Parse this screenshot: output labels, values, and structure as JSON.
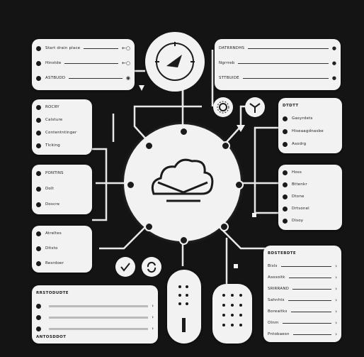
{
  "cards": {
    "top_left": {
      "rows": [
        "Start drain place",
        "Hinstde",
        "ASTBUDD"
      ]
    },
    "top_right": {
      "rows": [
        "DATRRNDHS",
        "Ngrrreb",
        "STTBUIDE"
      ]
    },
    "left_mid": {
      "rows": [
        "ROCRY",
        "Calsture",
        "Contentntinger",
        "Tlcking"
      ]
    },
    "left_lower": {
      "rows": [
        "PONTINS",
        "Dolt",
        "Doscre"
      ]
    },
    "left_bottom_small": {
      "rows": [
        "Atreltes",
        "Ditsto",
        "Resrdoer"
      ]
    },
    "right_mid": {
      "header": "DTDTT",
      "rows": [
        "Gasyrdets",
        "Hiseaagdnasbe",
        "Asodrg"
      ]
    },
    "right_lower": {
      "rows": [
        "Hoss",
        "Bttenkr",
        "Dtone",
        "Drtsonel",
        "Disoy"
      ]
    },
    "bottom_left": {
      "header": "RRSTODUDTE",
      "footer": "ANTOSDDOT"
    },
    "bottom_right": {
      "header": "BDSTEBDTE",
      "rows": [
        "Bisls",
        "Asosoitk",
        "SRIRRAND",
        "Sahnhts",
        "Boreaitks",
        "Olnm",
        "Pntobaesn"
      ]
    }
  }
}
